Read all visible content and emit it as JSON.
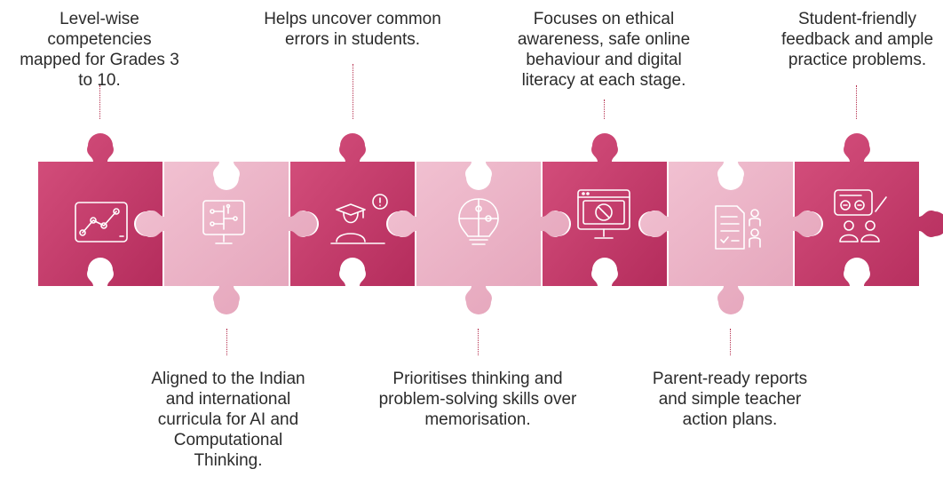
{
  "pieces": [
    {
      "id": 1,
      "text": "Level-wise competencies mapped for Grades 3 to 10.",
      "position": "top",
      "shade": "dark",
      "icon": "line-chart-icon"
    },
    {
      "id": 2,
      "text": "Aligned to the Indian and international curricula for AI and Computational Thinking.",
      "position": "bottom",
      "shade": "light",
      "icon": "ai-circuit-monitor-icon"
    },
    {
      "id": 3,
      "text": "Helps uncover common errors in students.",
      "position": "top",
      "shade": "dark",
      "icon": "student-alert-icon"
    },
    {
      "id": 4,
      "text": "Prioritises thinking and problem-solving skills over memorisation.",
      "position": "bottom",
      "shade": "light",
      "icon": "puzzle-lightbulb-icon"
    },
    {
      "id": 5,
      "text": "Focuses on ethical awareness, safe online behaviour and digital literacy at each stage.",
      "position": "top",
      "shade": "dark",
      "icon": "safe-online-monitor-icon"
    },
    {
      "id": 6,
      "text": "Parent-ready reports and simple teacher action plans.",
      "position": "bottom",
      "shade": "light",
      "icon": "report-people-icon"
    },
    {
      "id": 7,
      "text": "Student-friendly feedback and ample practice problems.",
      "position": "top",
      "shade": "dark",
      "icon": "student-feedback-icon"
    }
  ],
  "colors": {
    "dark": "#c4396b",
    "light": "#ebb2c6",
    "connector": "#b5304f",
    "text": "#2b2b2b"
  }
}
